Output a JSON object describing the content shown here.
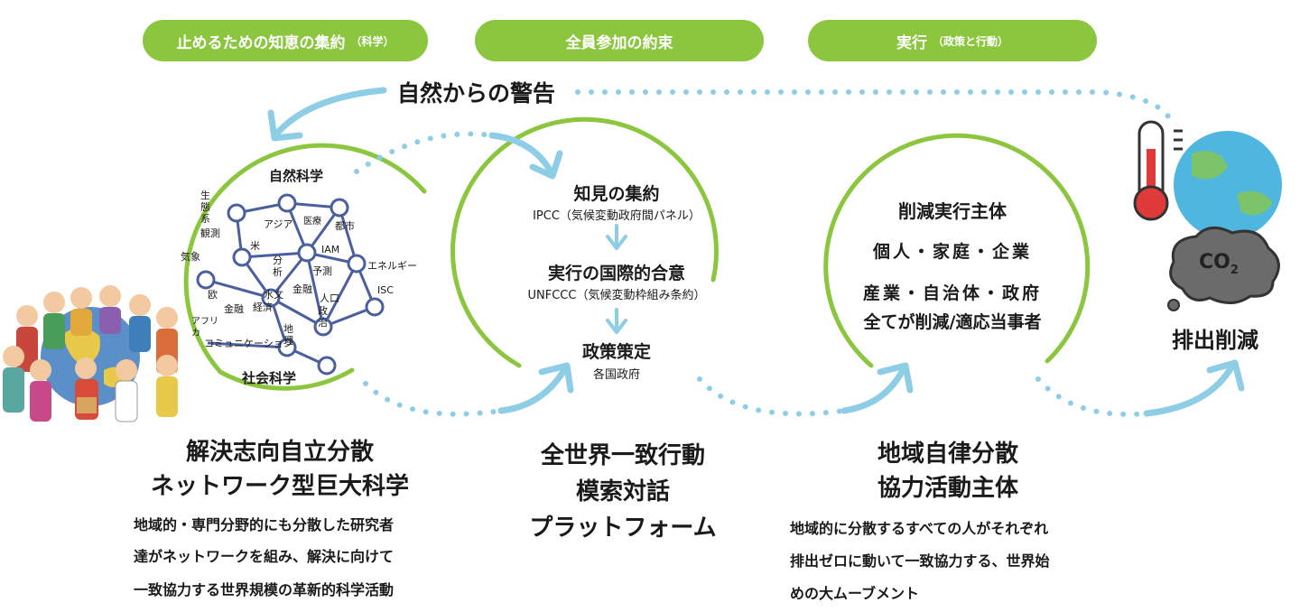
{
  "pills": [
    {
      "label": "止めるための知恵の集約",
      "sub": "（科学）"
    },
    {
      "label": "全員参加の約束",
      "sub": ""
    },
    {
      "label": "実行",
      "sub": "（政策と行動）"
    }
  ],
  "warning_label": "自然からの警告",
  "network": {
    "top_label": "自然科学",
    "bottom_label": "社会科学",
    "labels": [
      "生態系",
      "観測",
      "気象",
      "アジア",
      "医療",
      "都市",
      "米",
      "分析",
      "IAM",
      "予測",
      "エネルギー",
      "欧",
      "水文",
      "金融",
      "人口",
      "ISC",
      "経済",
      "金融",
      "政治",
      "アフリカ",
      "コミュニケーション",
      "地理"
    ]
  },
  "circle2": {
    "title1": "知見の集約",
    "sub1": "IPCC（気候変動政府間パネル）",
    "title2": "実行の国際的合意",
    "sub2": "UNFCCC（気候変動枠組み条約）",
    "title3": "政策策定",
    "sub3": "各国政府"
  },
  "circle3": {
    "title": "削減実行主体",
    "line1": "個人・家庭・企業",
    "line2": "産業・自治体・政府",
    "line3": "全てが削減/適応当事者"
  },
  "end_label": "排出削減",
  "co2_label": "CO",
  "co2_sub": "2",
  "bottom": {
    "col1_title1": "解決志向自立分散",
    "col1_title2": "ネットワーク型巨大科学",
    "col1_desc": [
      "地域的・専門分野的にも分散した研究者",
      "達がネットワークを組み、解決に向けて",
      "一致協力する世界規模の革新的科学活動"
    ],
    "col2_title": [
      "全世界一致行動",
      "模索対話",
      "プラットフォーム"
    ],
    "col3_title1": "地域自律分散",
    "col3_title2": "協力活動主体",
    "col3_desc": [
      "地域的に分散するすべての人がそれぞれ",
      "排出ゼロに動いて一致協力する、世界始",
      "めの大ムーブメント"
    ]
  },
  "colors": {
    "green": "#8cc63f",
    "blue": "#8ecde6",
    "navy": "#4a5f9e"
  }
}
